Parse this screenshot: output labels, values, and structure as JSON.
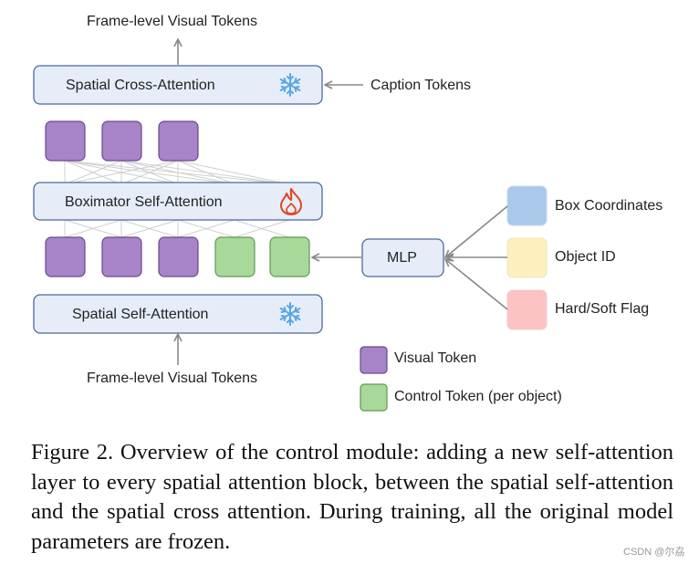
{
  "labels": {
    "top_output": "Frame-level Visual Tokens",
    "bottom_input": "Frame-level Visual Tokens",
    "caption_tokens": "Caption Tokens"
  },
  "blocks": {
    "cross_attention": "Spatial Cross-Attention",
    "boximator": "Boximator Self-Attention",
    "self_attention": "Spatial Self-Attention",
    "mlp": "MLP"
  },
  "icons": {
    "cross_attention": "snowflake-icon",
    "boximator": "fire-icon",
    "self_attention": "snowflake-icon"
  },
  "inputs": [
    {
      "label": "Box Coordinates",
      "color": "#a9c8ea"
    },
    {
      "label": "Object ID",
      "color": "#fdf0bd"
    },
    {
      "label": "Hard/Soft Flag",
      "color": "#fbc3c3"
    }
  ],
  "legend": [
    {
      "label": "Visual Token",
      "color": "#a783c8"
    },
    {
      "label": "Control Token (per object)",
      "color": "#a8d89a"
    }
  ],
  "colors": {
    "block_fill": "#e6edf8",
    "block_stroke": "#4d6a9a",
    "visual_token": "#a783c8",
    "control_token": "#a8d89a",
    "fire": "#e2451f",
    "snowflake": "#5aa6e6"
  },
  "caption": "Figure 2.  Overview of the control module: adding a new self-attention layer to every spatial attention block, between the spatial self-attention and the spatial cross attention. During training, all the original model parameters are frozen.",
  "watermark": "CSDN @尔劦"
}
